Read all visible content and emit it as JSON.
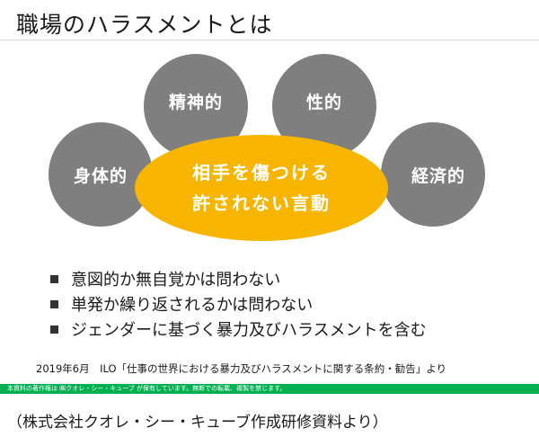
{
  "slide": {
    "title": "職場のハラスメントとは",
    "circles": {
      "top_left": "精神的",
      "top_right": "性的",
      "left": "身体的",
      "right": "経済的"
    },
    "center": {
      "line1": "相手を傷つける",
      "line2": "許されない言動"
    },
    "bullets": [
      "意図的か無自覚かは問わない",
      "単発か繰り返されるかは問わない",
      "ジェンダーに基づく暴力及びハラスメントを含む"
    ],
    "source": "2019年6月　ILO「仕事の世界における暴力及びハラスメントに関する条約・勧告」より",
    "copyright": "本資料の著作権は ㈱クオレ・シー・キューブ が保有しています。無断での転載、複製を禁じます。"
  },
  "caption": "（株式会社クオレ・シー・キューブ作成研修資料より）",
  "colors": {
    "circle": "#7f7f7f",
    "center": "#f7b500",
    "bar": "#00b050"
  }
}
